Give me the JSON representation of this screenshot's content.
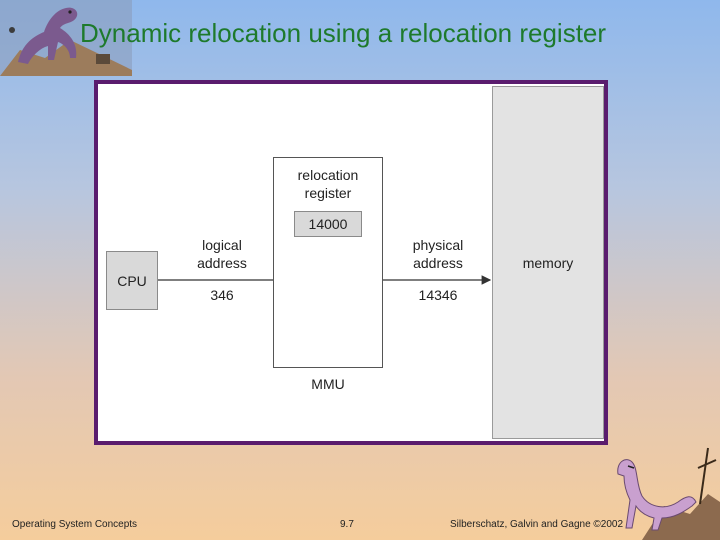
{
  "slide": {
    "title": "Dynamic relocation using a relocation register"
  },
  "diagram": {
    "cpu_label": "CPU",
    "relocation_register_label": "relocation\nregister",
    "relocation_register_value": "14000",
    "logical_address_label": "logical\naddress",
    "logical_address_value": "346",
    "adder_symbol": "+",
    "physical_address_label": "physical\naddress",
    "physical_address_value": "14346",
    "memory_label": "memory",
    "mmu_label": "MMU"
  },
  "footer": {
    "left": "Operating System Concepts",
    "center": "9.7",
    "right": "Silberschatz, Galvin and Gagne ©2002"
  },
  "colors": {
    "title": "#1e7a2c",
    "frame": "#5a1c6e"
  }
}
